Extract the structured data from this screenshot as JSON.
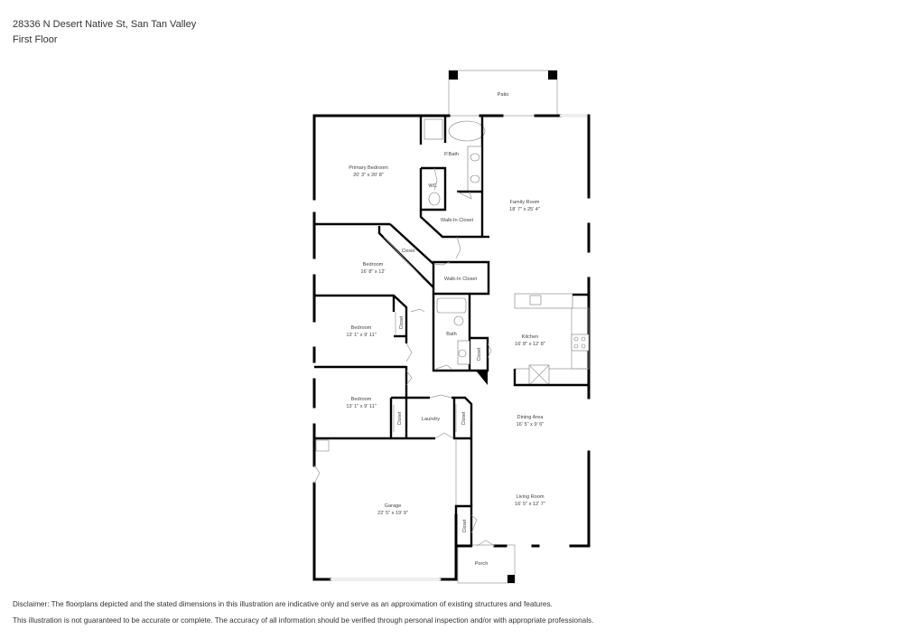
{
  "header": {
    "address": "28336 N Desert Native St, San Tan Valley",
    "floor": "First Floor"
  },
  "rooms": [
    {
      "name": "Patio",
      "dims": ""
    },
    {
      "name": "Primary Bedroom",
      "dims": "20' 3\" x 20' 8\""
    },
    {
      "name": "P.Bath",
      "dims": ""
    },
    {
      "name": "WC",
      "dims": ""
    },
    {
      "name": "Walk-In Closet",
      "dims": ""
    },
    {
      "name": "Family Room",
      "dims": "18' 7\" x 25' 4\""
    },
    {
      "name": "Bedroom",
      "dims": "16' 8\" x 12'"
    },
    {
      "name": "Closet",
      "dims": ""
    },
    {
      "name": "Walk-In Closet",
      "dims": ""
    },
    {
      "name": "Bedroom",
      "dims": "13' 1\" x 9' 11\""
    },
    {
      "name": "Closet",
      "dims": ""
    },
    {
      "name": "Bath",
      "dims": ""
    },
    {
      "name": "Closet",
      "dims": ""
    },
    {
      "name": "Kitchen",
      "dims": "16' 8\" x 12' 8\""
    },
    {
      "name": "Bedroom",
      "dims": "13' 1\" x 9' 11\""
    },
    {
      "name": "Closet",
      "dims": ""
    },
    {
      "name": "Laundry",
      "dims": ""
    },
    {
      "name": "Closet",
      "dims": ""
    },
    {
      "name": "Dining Area",
      "dims": "16' 5\" x 9' 6\""
    },
    {
      "name": "Garage",
      "dims": "22' 5\" x 19' 9\""
    },
    {
      "name": "Living Room",
      "dims": "16' 5\" x 12' 7\""
    },
    {
      "name": "Closet",
      "dims": ""
    },
    {
      "name": "Porch",
      "dims": ""
    }
  ],
  "disclaimer": {
    "line1": "Disclaimer: The floorplans depicted and the stated dimensions in this illustration are indicative only and serve as an approximation of existing structures and features.",
    "line2": "This illustration is not guaranteed to be accurate or complete. The accuracy of all information should be verified through personal inspection and/or with appropriate professionals."
  },
  "colors": {
    "wall": "#000000",
    "background": "#ffffff",
    "text": "#333333"
  }
}
